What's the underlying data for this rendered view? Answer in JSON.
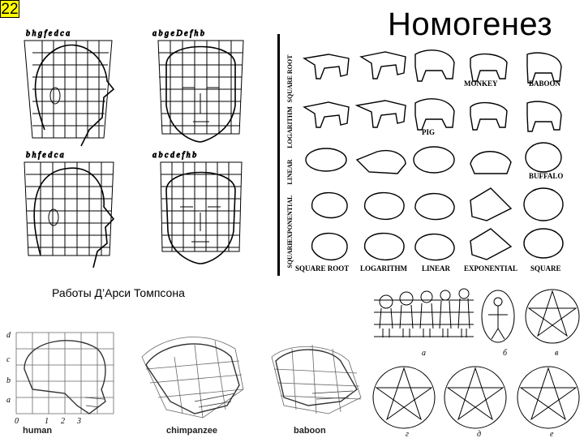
{
  "slide": {
    "number": "22",
    "title": "Номогенез",
    "caption": "Работы Д’Арси Томпсона"
  },
  "heads": {
    "top_letters_left": "b h g f e d c a",
    "top_letters_right": "a b g e D e f h b",
    "mid_letters_left": "b h f e d c a",
    "mid_letters_right": "a b c d e f h b"
  },
  "animals": {
    "row_labels": [
      "SQUARE ROOT",
      "LOGARITHM",
      "LINEAR",
      "EXPONENTIAL",
      "SQUARE"
    ],
    "column_labels": [
      "SQUARE ROOT",
      "LOGARITHM",
      "LINEAR",
      "EXPONENTIAL",
      "SQUARE"
    ],
    "names": {
      "monkey": "MONKEY",
      "baboon": "BABOON",
      "pig": "PIG",
      "buffalo": "BUFFALO"
    }
  },
  "skulls": {
    "labels": [
      "human",
      "chimpanzee",
      "baboon"
    ],
    "axis_y": [
      "d",
      "c",
      "b",
      "a"
    ],
    "axis_x": [
      "0",
      "1",
      "2",
      "3"
    ]
  },
  "figures": {
    "sublabels": [
      "а",
      "б",
      "в",
      "г",
      "д",
      "е"
    ]
  }
}
